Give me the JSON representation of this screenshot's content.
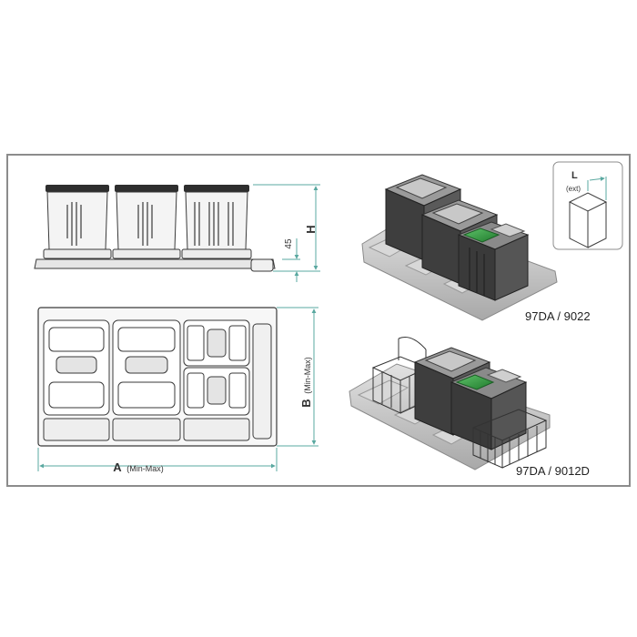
{
  "dimensions": {
    "height_label": "H",
    "height_value": "45",
    "width_label": "A",
    "width_note": "(Min-Max)",
    "depth_label": "B",
    "depth_note": "(Min-Max)",
    "inset_label": "L",
    "inset_note": "(ext)"
  },
  "models": [
    {
      "code": "97DA / 9022"
    },
    {
      "code": "97DA / 9012D"
    }
  ],
  "colors": {
    "frame": "#8c8c8c",
    "line": "#3a3a3a",
    "dimension_line": "#5aa8a0",
    "bin_dark": "#4a4a4a",
    "bin_green": "#3aa04a",
    "tray": "#c8c8c8"
  }
}
